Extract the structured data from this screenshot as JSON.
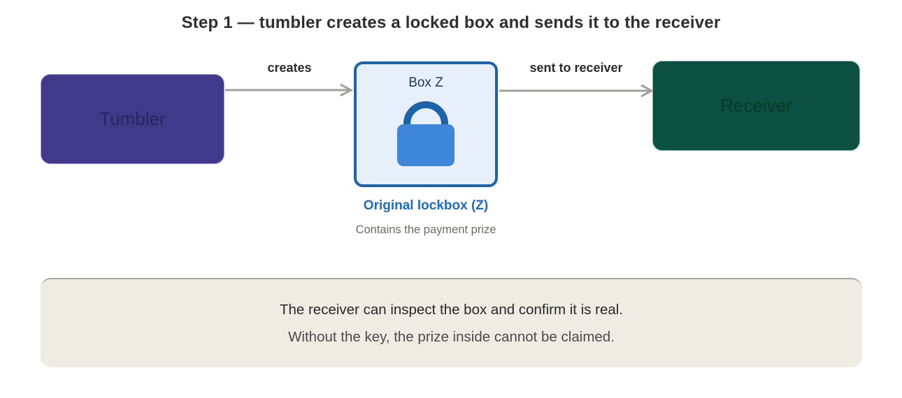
{
  "title": "Step 1 — tumbler creates a locked box and sends it to the receiver",
  "nodes": {
    "tumbler": {
      "label": "Tumbler",
      "fill": "#413a8b",
      "text_color": "#2a255c"
    },
    "lockbox": {
      "label": "Box Z",
      "caption": "Original lockbox (Z)",
      "subcaption": "Contains the payment prize",
      "fill": "#e7f0fa",
      "border_color": "#1d63aa",
      "icon": "padlock-icon",
      "icon_body_color": "#3e86d8",
      "icon_shackle_color": "#1d63aa"
    },
    "receiver": {
      "label": "Receiver",
      "fill": "#0b5041",
      "text_color": "#073a2d"
    }
  },
  "arrows": {
    "creates": {
      "label": "creates",
      "color": "#a3a09b"
    },
    "sent": {
      "label": "sent to receiver",
      "color": "#a3a09b"
    }
  },
  "note": {
    "line1": "The receiver can inspect the box and confirm it is real.",
    "line2": "Without the key, the prize inside cannot be claimed."
  },
  "colors": {
    "background": "#ffffff",
    "title_text": "#2e2e33",
    "caption_blue": "#1b6cbd",
    "caption_gray": "#6e6a66",
    "note_background": "#efece4"
  }
}
